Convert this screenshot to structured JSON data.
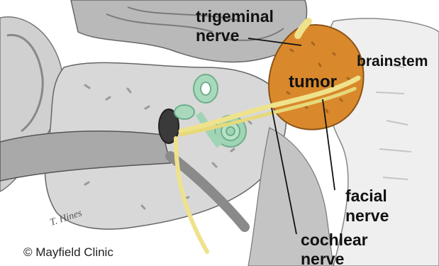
{
  "labels": {
    "trigeminal_line1": "trigeminal",
    "trigeminal_line2": "nerve",
    "brainstem": "brainstem",
    "tumor": "tumor",
    "facial_line1": "facial",
    "facial_line2": "nerve",
    "cochlear_line1": "cochlear",
    "cochlear_line2": "nerve"
  },
  "credit": "© Mayfield Clinic",
  "signature": "T. Hines",
  "colors": {
    "tumor": "#d9892c",
    "nerve": "#efe28c",
    "cochlea": "#9fd4b4",
    "bone": "#d8d8d8",
    "tissue": "#a9a9a9"
  }
}
